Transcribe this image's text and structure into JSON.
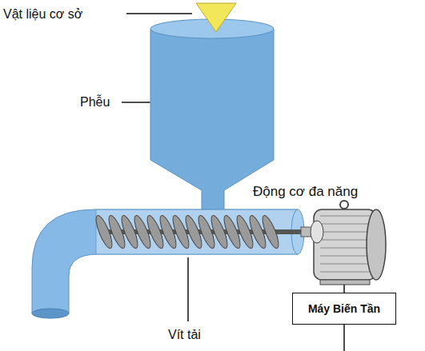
{
  "diagram": {
    "nodes": [
      {
        "text": [
          "Máy Biến Tần"
        ]
      }
    ],
    "labels": [
      "Vật liệu cơ sở",
      "Phễu",
      "Động cơ đa năng",
      "Vít tải"
    ]
  }
}
